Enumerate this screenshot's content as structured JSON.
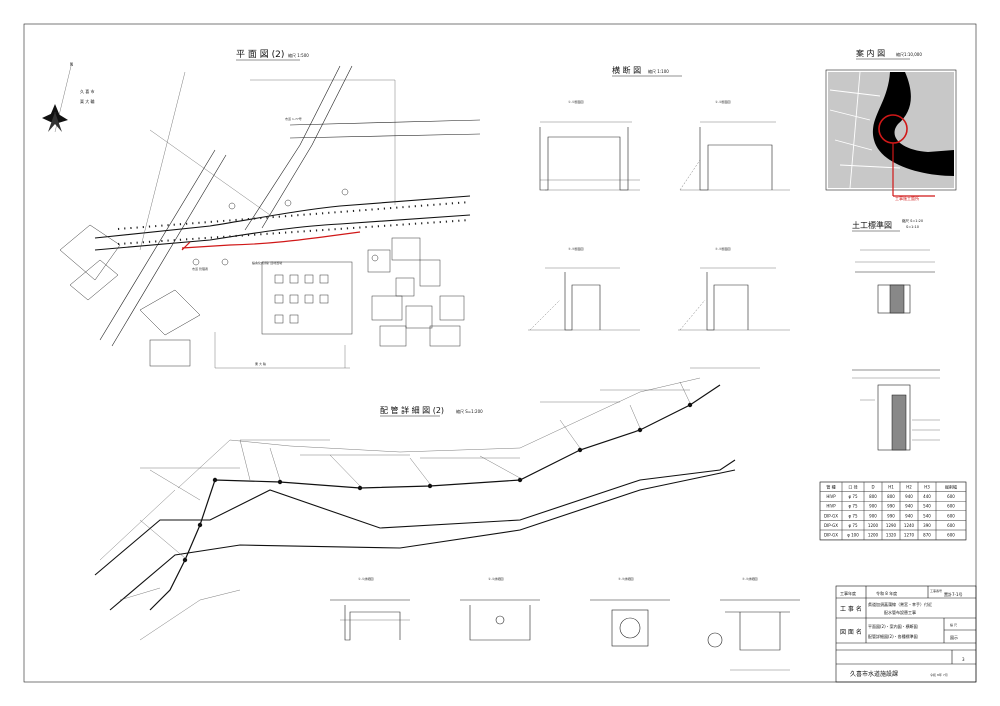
{
  "titles": {
    "plan": "平 面 図 (2)",
    "plan_scale": "縮尺 1:500",
    "cross_section": "横 断 図",
    "cross_section_scale": "縮尺 1:100",
    "location_map": "案 内 図",
    "location_scale": "縮尺1:10,000",
    "earthwork": "土工標準図",
    "earthwork_scale_1": "縮尺 S=1:20",
    "earthwork_scale_2": "S=1:10",
    "piping_detail": "配 管 詳 細 図 (2)",
    "piping_scale": "縮尺 S=1:200"
  },
  "plan_labels": {
    "north_line_1": "久 喜 市",
    "north_line_2": "栗 大 輪",
    "site_label": "栗 大 輪",
    "building_label": "縮舎化成(株) 資材置場",
    "road_note": "市道 管理者"
  },
  "location_map": {
    "site_label": "工事施工箇所"
  },
  "cross_sections": [
    {
      "tag": "①-①断面図"
    },
    {
      "tag": "②-②断面図"
    },
    {
      "tag": "③-③断面図"
    },
    {
      "tag": "④-④断面図"
    }
  ],
  "detail_sections": [
    {
      "tag": "①-①詳細図"
    },
    {
      "tag": "②-②詳細図"
    },
    {
      "tag": "③-③詳細図"
    },
    {
      "tag": "④-④詳細図"
    }
  ],
  "earthwork_table": {
    "headers": [
      "管 種",
      "口 径",
      "D",
      "H1",
      "H2",
      "H3",
      "掘削幅"
    ],
    "rows": [
      [
        "HIVP",
        "φ 75",
        "800",
        "800",
        "940",
        "440",
        "600"
      ],
      [
        "HIVP",
        "φ 75",
        "900",
        "990",
        "940",
        "540",
        "600"
      ],
      [
        "DIP-GX",
        "φ 75",
        "900",
        "990",
        "940",
        "540",
        "600"
      ],
      [
        "DIP-GX",
        "φ 75",
        "1200",
        "1290",
        "1240",
        "390",
        "600"
      ],
      [
        "DIP-GX",
        "φ 100",
        "1200",
        "1320",
        "1270",
        "870",
        "600"
      ]
    ]
  },
  "title_block": {
    "year_label": "工事年度",
    "year_value": "令和 8 年度",
    "no_label": "工事番号",
    "no_value": "置計7-1号",
    "name_label": "工 事 名",
    "name_value_1": "県道加須菖蒲線（鷲宮・幸手）付近",
    "name_value_2": "配水管布設替工事",
    "drawing_label": "図 面 名",
    "drawing_value_1": "平面図(2)・案内図・横断図",
    "drawing_value_2": "配管詳細図(2)・各種標準図",
    "scale_label": "縮 尺",
    "scale_value": "図示",
    "sheet_no": "3",
    "office": "久喜市水道施設課",
    "date": "令和 8年 7月"
  },
  "colors": {
    "line": "#222222",
    "highlight": "#d01818",
    "background": "#ffffff"
  }
}
